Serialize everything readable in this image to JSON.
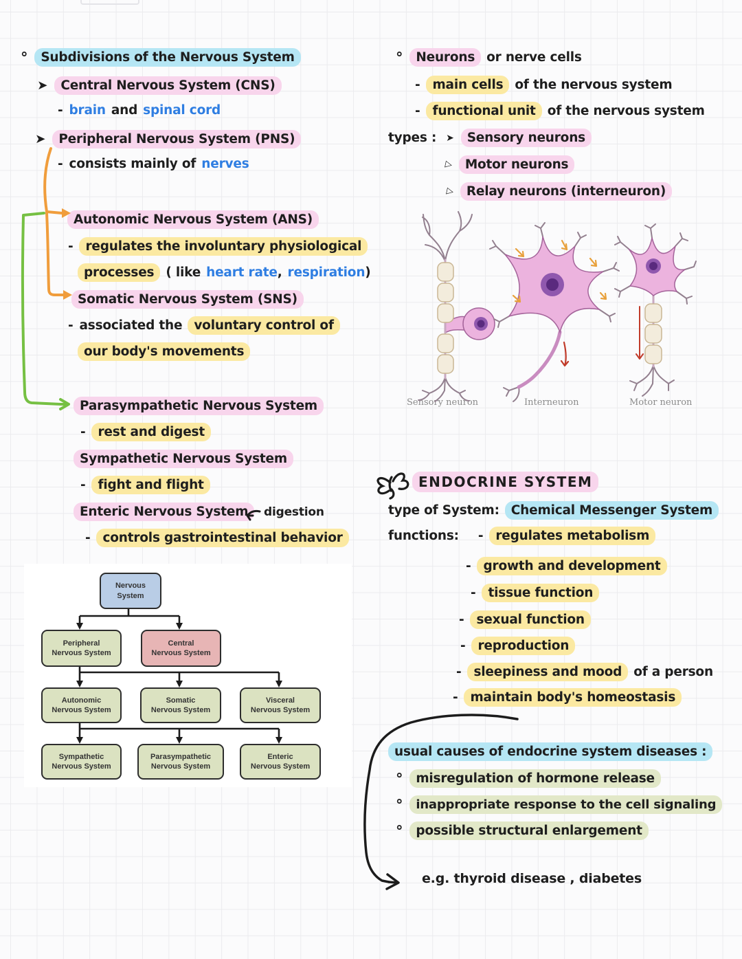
{
  "bullets": {
    "circle": "°",
    "arrow": "➤",
    "tri": "▷",
    "dash": "-",
    "dot": "•"
  },
  "colors": {
    "paper": "#fbfbfc",
    "grid": "#ebebee",
    "ink": "#1e1e1e",
    "blue_text": "#2f7ee2",
    "hl_pink": "#f8d5ec",
    "hl_yellow": "#fbe9a2",
    "hl_blue": "#b5e6f4",
    "hl_green": "#e2e8c8",
    "orange_arrow": "#f09d3c",
    "green_arrow": "#76c043",
    "box_blue": "#b9cde6",
    "box_green": "#dbe2c1",
    "box_red": "#e7b5b5"
  },
  "left": {
    "title": "Subdivisions of the Nervous System",
    "cns": "Central Nervous System (CNS)",
    "cns_d": {
      "w1": "brain",
      "w2": "and",
      "w3": "spinal cord"
    },
    "pns": "Peripheral Nervous System (PNS)",
    "pns_d": {
      "w1": "consists mainly of",
      "w2": "nerves"
    },
    "ans": "Autonomic Nervous System (ANS)",
    "ans_d1": "regulates the involuntary physiological",
    "ans_d2": {
      "w1": "processes",
      "w2": "( like",
      "w3": "heart rate",
      "w4": ",",
      "w5": "respiration",
      "w6": ")"
    },
    "sns": "Somatic Nervous System (SNS)",
    "sns_d1": {
      "w1": "associated the",
      "w2": "voluntary control of"
    },
    "sns_d2": "our body's movements",
    "para": "Parasympathetic Nervous System",
    "para_d": "rest and digest",
    "sym": "Sympathetic Nervous System",
    "sym_d": "fight and flight",
    "ent": "Enteric Nervous System",
    "ent_note": "digestion",
    "ent_d": "controls gastrointestinal behavior"
  },
  "right": {
    "neurons": {
      "hl": "Neurons",
      "rest": "or  nerve cells"
    },
    "d1": {
      "hl": "main cells",
      "rest": "of the nervous system"
    },
    "d2": {
      "hl": "functional unit",
      "rest": "of the nervous system"
    },
    "types_label": "types :",
    "t1": "Sensory neurons",
    "t2": "Motor neurons",
    "t3": "Relay neurons (interneuron)",
    "neuron_labels": {
      "sensory": "Sensory neuron",
      "inter": "Interneuron",
      "motor": "Motor neuron"
    },
    "endocrine": {
      "title": "ENDOCRINE SYSTEM",
      "type_label": "type of System:",
      "type_value": "Chemical Messenger System",
      "fn_label": "functions:",
      "fn1": "regulates metabolism",
      "fn2": "growth and development",
      "fn3": "tissue function",
      "fn4": "sexual function",
      "fn5": "reproduction",
      "fn6_hl": "sleepiness and mood",
      "fn6_rest": "of  a  person",
      "fn7": "maintain body's homeostasis"
    },
    "causes": {
      "title": "usual causes of endocrine system diseases :",
      "c1": "misregulation of hormone release",
      "c2": "inappropriate response to the cell signaling",
      "c3": "possible structural enlargement",
      "example": "e.g.  thyroid disease , diabetes"
    }
  },
  "flowchart": {
    "nodes": [
      {
        "l1": "Nervous",
        "l2": "System"
      },
      {
        "l1": "Peripheral",
        "l2": "Nervous System"
      },
      {
        "l1": "Central",
        "l2": "Nervous System"
      },
      {
        "l1": "Autonomic",
        "l2": "Nervous System"
      },
      {
        "l1": "Somatic",
        "l2": "Nervous System"
      },
      {
        "l1": "Visceral",
        "l2": "Nervous System"
      },
      {
        "l1": "Sympathetic",
        "l2": "Nervous System"
      },
      {
        "l1": "Parasympathetic",
        "l2": "Nervous System"
      },
      {
        "l1": "Enteric",
        "l2": "Nervous System"
      }
    ]
  }
}
